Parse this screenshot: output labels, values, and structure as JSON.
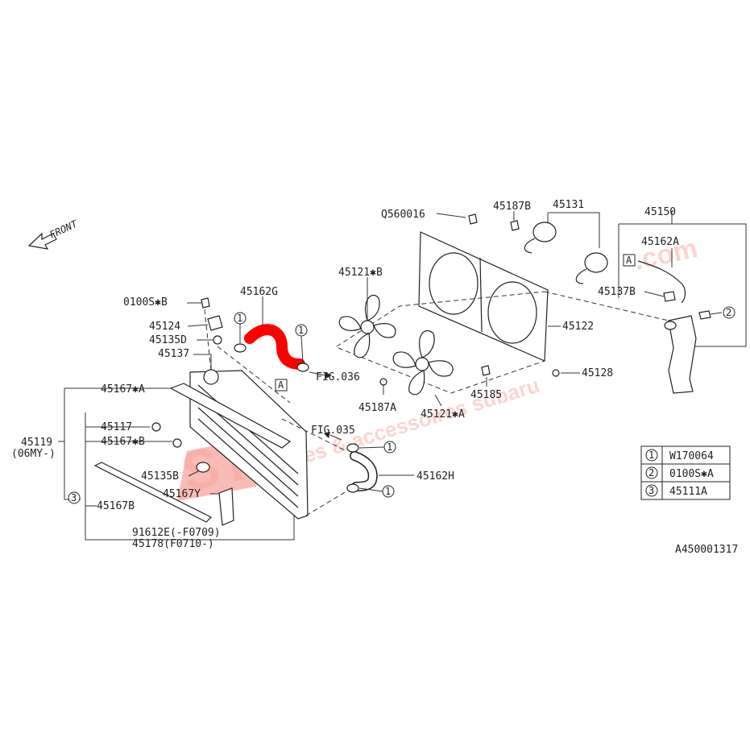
{
  "front_label": "FRONT",
  "diagram_code": "A450001317",
  "watermark": {
    "logo": "STI",
    "lines": [
      "pièces & accessoires subaru",
      ".com"
    ],
    "color": "#ee3b2f"
  },
  "highlight_color": "#ff0000",
  "labels": {
    "p0100s_b": "0100S✱B",
    "p45124": "45124",
    "p45135d": "45135D",
    "p45137": "45137",
    "p45162g": "45162G",
    "p45167_a": "45167✱A",
    "p45117": "45117",
    "p45119": "45119",
    "p45119_note": "(06MY-)",
    "p45167_b_star": "45167✱B",
    "p45135b": "45135B",
    "p45167y": "45167Y",
    "p45167b": "45167B",
    "p91612e": "91612E(-F0709)",
    "p45178": "45178(F0710-)",
    "fig036": "FIG.036",
    "fig035": "FIG.035",
    "p45162h": "45162H",
    "q560016": "Q560016",
    "p45187b": "45187B",
    "p45131": "45131",
    "p45150": "45150",
    "p45162a": "45162A",
    "p45137b": "45137B",
    "p45121_b": "45121✱B",
    "p45122": "45122",
    "p45128": "45128",
    "p45185": "45185",
    "p45187a": "45187A",
    "p45121_a": "45121✱A",
    "ref_a": "A",
    "c1": "1",
    "c2": "2",
    "c3": "3"
  },
  "legend": [
    {
      "num": "1",
      "part": "W170064"
    },
    {
      "num": "2",
      "part": "0100S✱A"
    },
    {
      "num": "3",
      "part": "45111A"
    }
  ]
}
